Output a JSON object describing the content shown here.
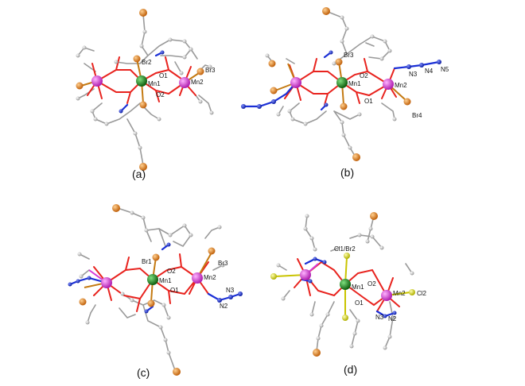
{
  "panels": [
    {
      "id": "a",
      "caption": "(a)",
      "labels": {
        "br_top": "Br2",
        "br_right": "Br3",
        "mn_center": "Mn1",
        "mn_right": "Mn2",
        "o_top": "O1",
        "o_bottom": "O2"
      }
    },
    {
      "id": "b",
      "caption": "(b)",
      "labels": {
        "br_top": "Br3",
        "br_bottom": "Br4",
        "mn_center": "Mn1",
        "mn_right": "Mn2",
        "o_top": "O2",
        "o_bottom": "O1",
        "n3": "N3",
        "n4": "N4",
        "n5": "N5"
      }
    },
    {
      "id": "c",
      "caption": "(c)",
      "labels": {
        "br_left": "Br1",
        "br_right": "Br3",
        "mn_center": "Mn1",
        "mn_right": "Mn2",
        "o_top": "O2",
        "o_bottom": "O1",
        "n3": "N3",
        "n2": "N2"
      }
    },
    {
      "id": "d",
      "caption": "(d)",
      "labels": {
        "cl_top": "Cl1/Br2",
        "cl_right": "Cl2",
        "mn_center": "Mn1",
        "mn_right": "Mn2",
        "o_top": "O2",
        "o_bottom": "O1",
        "n3": "N3",
        "n2": "N2"
      }
    }
  ],
  "colors": {
    "manganese_center": "#1f8a1f",
    "manganese_outer": "#e23fe2",
    "bromine": "#e8871e",
    "oxygen_bond": "#e8231e",
    "nitrogen": "#1a2fd6",
    "carbon": "#c8c8c8",
    "chlorine": "#e6e62a"
  }
}
